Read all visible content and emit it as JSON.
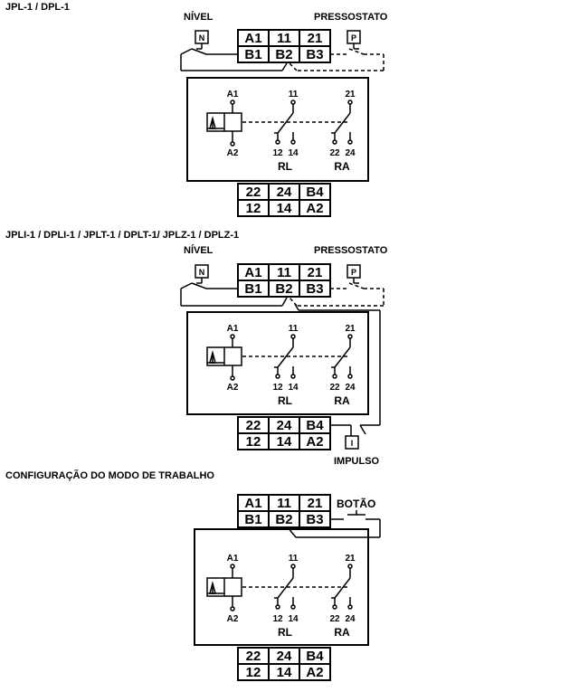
{
  "diagrams": [
    {
      "title": "JPL-1 / DPL-1",
      "top_terminals": [
        "A1",
        "11",
        "21",
        "B1",
        "B2",
        "B3"
      ],
      "bottom_terminals": [
        "22",
        "24",
        "B4",
        "12",
        "14",
        "A2"
      ],
      "coil": {
        "top": "A1",
        "bottom": "A2"
      },
      "contacts": {
        "c1_common": "11",
        "c1_nc": "12",
        "c1_no": "14",
        "c1_name": "RL",
        "c2_common": "21",
        "c2_nc": "22",
        "c2_no": "24",
        "c2_name": "RA"
      },
      "left_device": {
        "label": "NÍVEL",
        "symbol": "N"
      },
      "right_device": {
        "label": "PRESSOSTATO",
        "symbol": "P"
      }
    },
    {
      "title": "JPLI-1 / DPLI-1 / JPLT-1 / DPLT-1/ JPLZ-1 / DPLZ-1",
      "top_terminals": [
        "A1",
        "11",
        "21",
        "B1",
        "B2",
        "B3"
      ],
      "bottom_terminals": [
        "22",
        "24",
        "B4",
        "12",
        "14",
        "A2"
      ],
      "coil": {
        "top": "A1",
        "bottom": "A2"
      },
      "contacts": {
        "c1_common": "11",
        "c1_nc": "12",
        "c1_no": "14",
        "c1_name": "RL",
        "c2_common": "21",
        "c2_nc": "22",
        "c2_no": "24",
        "c2_name": "RA"
      },
      "left_device": {
        "label": "NÍVEL",
        "symbol": "N"
      },
      "right_device": {
        "label": "PRESSOSTATO",
        "symbol": "P"
      },
      "bottom_device": {
        "label": "IMPULSO",
        "symbol": "I"
      }
    },
    {
      "title": "CONFIGURAÇÃO DO MODO DE TRABALHO",
      "top_terminals": [
        "A1",
        "11",
        "21",
        "B1",
        "B2",
        "B3"
      ],
      "bottom_terminals": [
        "22",
        "24",
        "B4",
        "12",
        "14",
        "A2"
      ],
      "coil": {
        "top": "A1",
        "bottom": "A2"
      },
      "contacts": {
        "c1_common": "11",
        "c1_nc": "12",
        "c1_no": "14",
        "c1_name": "RL",
        "c2_common": "21",
        "c2_nc": "22",
        "c2_no": "24",
        "c2_name": "RA"
      },
      "button": {
        "label": "BOTÃO"
      }
    }
  ]
}
